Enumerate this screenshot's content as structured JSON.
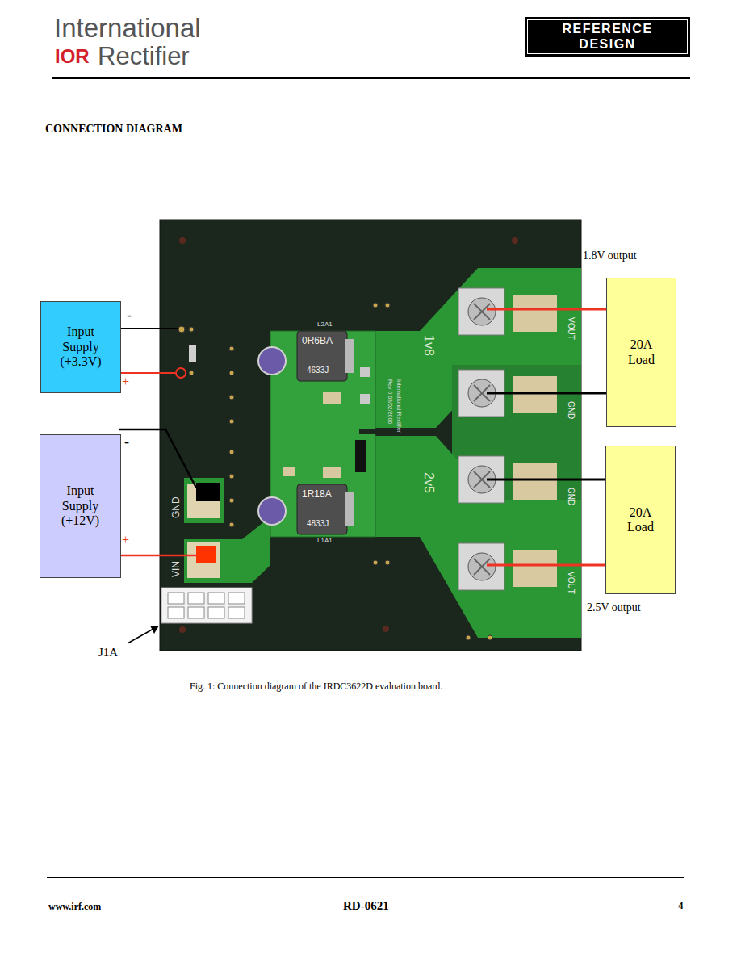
{
  "diagram": {
    "title": "CONNECTION DIAGRAM",
    "caption": "Fig. 1: Connection diagram of the IRDC3622D evaluation board.",
    "nodes": [
      {
        "text": [
          "REFERENCE DESIGN"
        ]
      },
      {
        "text": [
          "Input Supply (+3.3V)"
        ]
      },
      {
        "text": [
          "Input Supply (+12V)"
        ]
      },
      {
        "text": [
          "20A Load"
        ]
      },
      {
        "text": [
          "20A Load"
        ]
      }
    ],
    "labels": [
      "International",
      "IOR",
      "Rectifier",
      "-",
      "+",
      "-",
      "+",
      "1.8V output",
      "2.5V output",
      "J1A",
      "GND",
      "VIN",
      "L2A1",
      "0R6BA",
      "4633J",
      "1R18A",
      "4833J",
      "L1A1",
      "VOUT",
      "GND",
      "GND",
      "VOUT",
      "International Rectifier",
      "Rev 0 03/02/2006",
      "1v8",
      "2v5",
      "www.irf.com",
      "RD-0621",
      "4"
    ]
  }
}
